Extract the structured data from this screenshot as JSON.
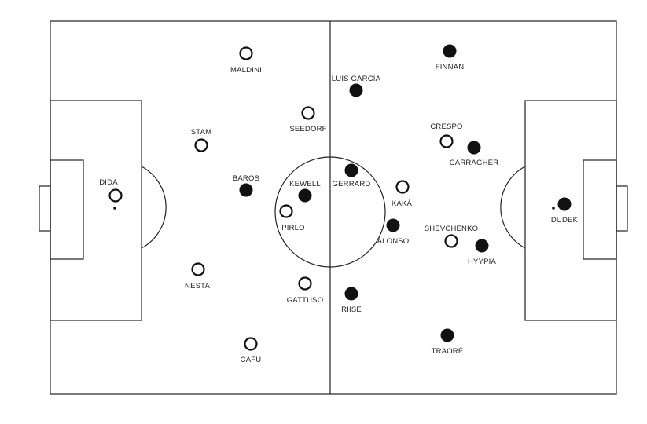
{
  "colors": {
    "pitch_lines": "#222222",
    "team_open": "#ffffff",
    "team_filled": "#111111",
    "background": "#ffffff"
  },
  "teams": [
    {
      "style": "open",
      "players": [
        {
          "name": "DIDA"
        },
        {
          "name": "MALDINI"
        },
        {
          "name": "STAM"
        },
        {
          "name": "NESTA"
        },
        {
          "name": "CAFU"
        },
        {
          "name": "SEEDORF"
        },
        {
          "name": "PIRLO"
        },
        {
          "name": "GATTUSO"
        },
        {
          "name": "KAKÁ"
        },
        {
          "name": "CRESPO"
        },
        {
          "name": "SHEVCHENKO"
        }
      ]
    },
    {
      "style": "filled",
      "players": [
        {
          "name": "DUDEK"
        },
        {
          "name": "FINNAN"
        },
        {
          "name": "CARRAGHER"
        },
        {
          "name": "HYYPIA"
        },
        {
          "name": "TRAORÉ"
        },
        {
          "name": "LUIS GARCIA"
        },
        {
          "name": "GERRARD"
        },
        {
          "name": "ALONSO"
        },
        {
          "name": "RIISE"
        },
        {
          "name": "KEWELL"
        },
        {
          "name": "BAROS"
        }
      ]
    }
  ]
}
